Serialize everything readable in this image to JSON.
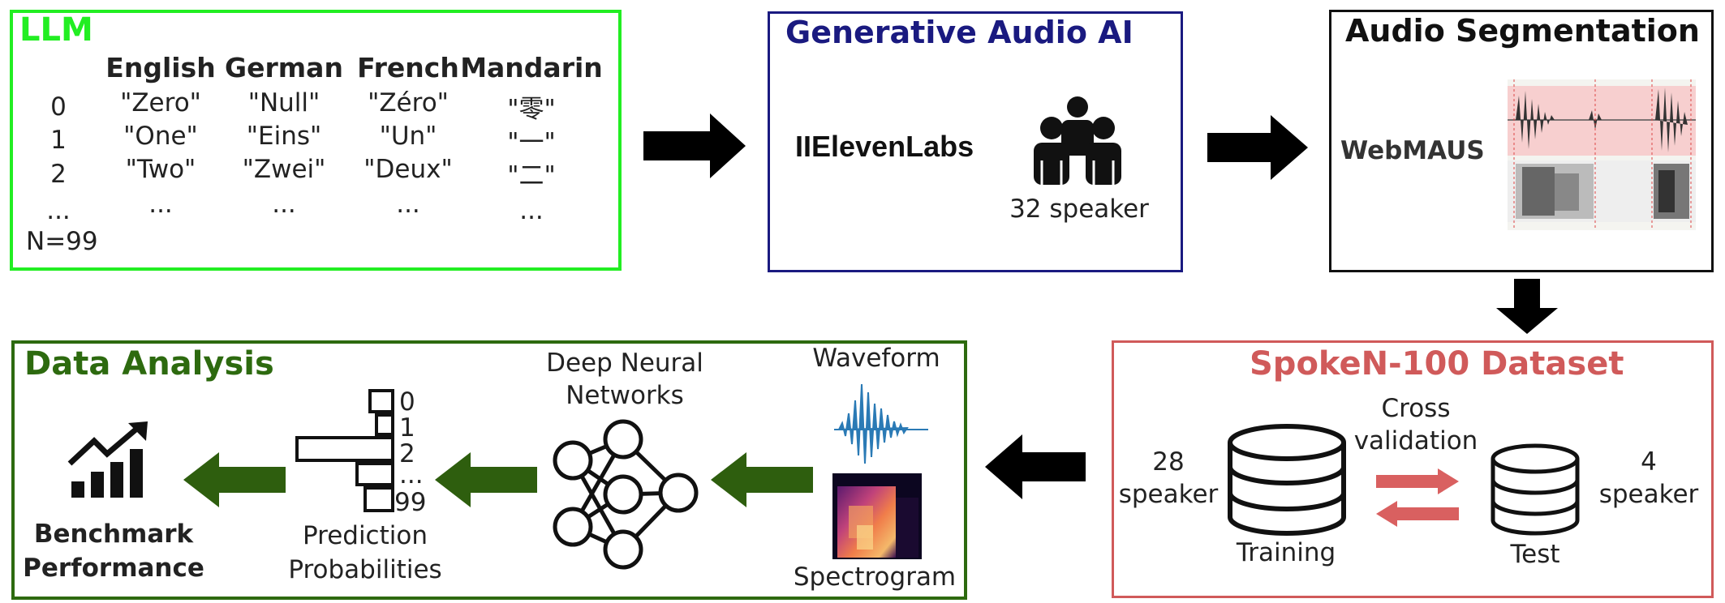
{
  "colors": {
    "llm": "#22ee22",
    "generative": "#1a1a80",
    "segmentation": "#111111",
    "dataset": "#d05a5a",
    "analysis": "#2d6a0f",
    "arrow_black": "#000000",
    "arrow_green": "#2e5e0e",
    "arrow_red": "#d96060",
    "waveform": "#2a7ab5"
  },
  "llm": {
    "title": "LLM",
    "headers": [
      "English",
      "German",
      "French",
      "Mandarin"
    ],
    "rows": [
      {
        "index": "0",
        "cells": [
          "\"Zero\"",
          "\"Null\"",
          "\"Zéro\"",
          "\"零\""
        ]
      },
      {
        "index": "1",
        "cells": [
          "\"One\"",
          "\"Eins\"",
          "\"Un\"",
          "\"一\""
        ]
      },
      {
        "index": "2",
        "cells": [
          "\"Two\"",
          "\"Zwei\"",
          "\"Deux\"",
          "\"二\""
        ]
      },
      {
        "index": "...",
        "cells": [
          "...",
          "...",
          "...",
          "..."
        ]
      }
    ],
    "n_label": "N=99"
  },
  "generative": {
    "title": "Generative Audio AI",
    "brand": "IIElevenLabs",
    "speaker_label": "32 speaker",
    "icon": "people-group-icon"
  },
  "segmentation": {
    "title": "Audio Segmentation",
    "tool": "WebMAUS"
  },
  "dataset": {
    "title": "SpokeN-100 Dataset",
    "train_count": "28\nspeaker",
    "train_label": "Training",
    "cv_label": "Cross\nvalidation",
    "test_label": "Test",
    "test_count": "4\nspeaker"
  },
  "analysis": {
    "title": "Data Analysis",
    "waveform_label": "Waveform",
    "spectrogram_label": "Spectrogram",
    "dnn_label": "Deep Neural\nNetworks",
    "prob_ticks": [
      "0",
      "1",
      "2",
      "...",
      "99"
    ],
    "prob_label": "Prediction\nProbabilities",
    "benchmark_label": "Benchmark\nPerformance"
  }
}
